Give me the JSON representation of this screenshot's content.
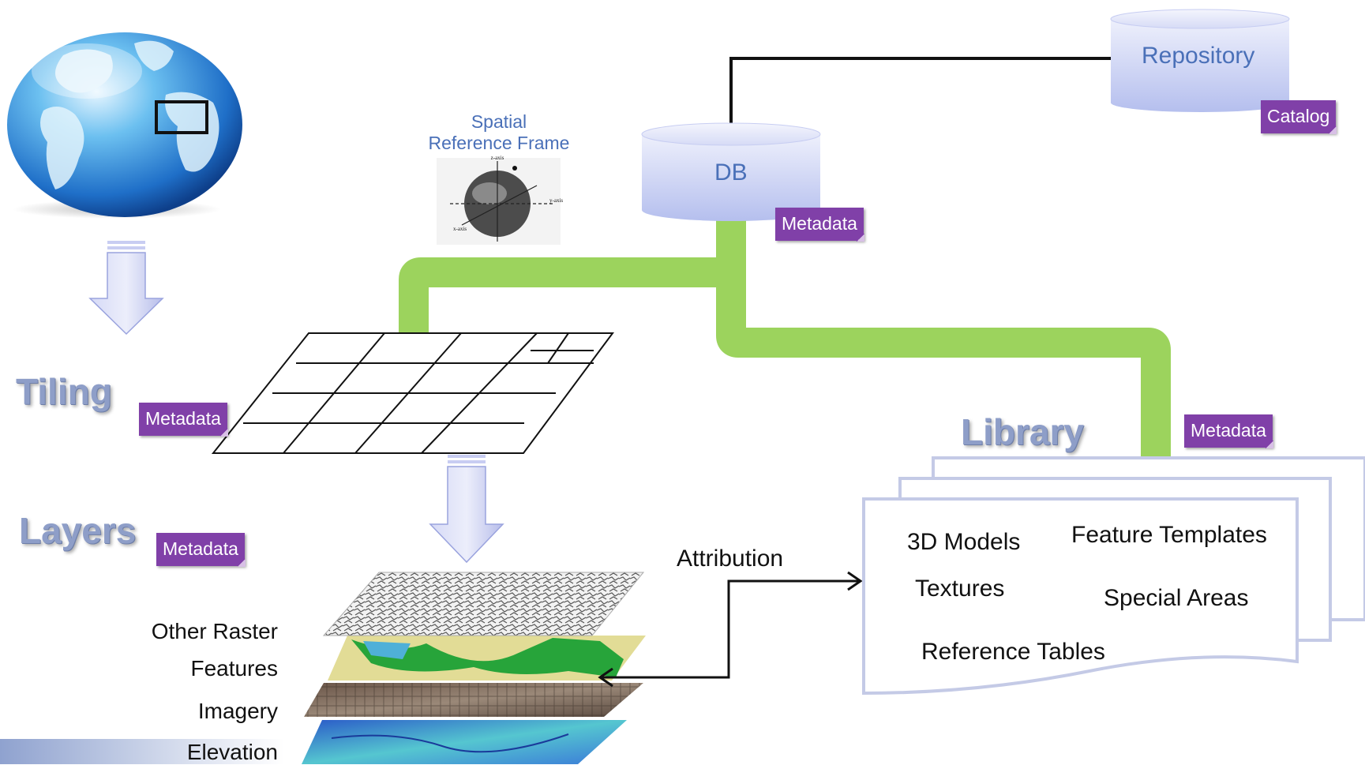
{
  "labels": {
    "spatial_reference_frame": [
      "Spatial",
      "Reference Frame"
    ],
    "repository": "Repository",
    "catalog": "Catalog",
    "db": "DB",
    "tiling": "Tiling",
    "layers": "Layers",
    "library": "Library",
    "attribution": "Attribution",
    "metadata": "Metadata"
  },
  "layer_stack": [
    "Other Raster",
    "Features",
    "Imagery",
    "Elevation"
  ],
  "library_items": [
    "3D Models",
    "Feature Templates",
    "Textures",
    "Special Areas",
    "Reference Tables"
  ],
  "colors": {
    "pipe_green": "#9cd35d",
    "metadata_purple": "#8040a8",
    "title_blue": "#8e9ec8",
    "db_text_blue": "#4a70b8",
    "arrow_lavender": "#c8cdf2"
  }
}
